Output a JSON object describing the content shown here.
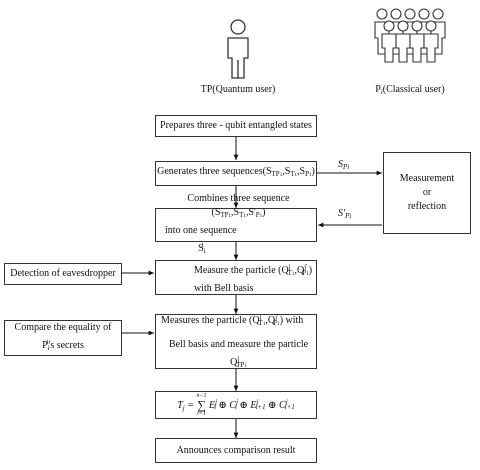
{
  "actors": {
    "tp_label": "TP(Quantum user)",
    "pi_label_base": "P",
    "pi_label_sub": "i",
    "pi_label_suffix": "(Classical user)"
  },
  "steps": {
    "s1": "Prepares three - qubit entangled states",
    "s2_prefix": "Generates three sequences(",
    "s2_seq": "S",
    "s2_suffix": ")",
    "s3_line1_prefix": "Combines three sequence (",
    "s3_line1_suffix": ")",
    "s3_line2_prefix": "into one sequence ",
    "s4_line1_prefix": "Measure the particle (",
    "s4_line1_suffix": ")",
    "s4_line2": "with Bell basis",
    "s5_line1_prefix": "Measures the particle (",
    "s5_line1_suffix": ") with",
    "s5_line2_prefix": "Bell basis and measure the particle ",
    "s6_formula": "T",
    "s7": "Announces comparison result"
  },
  "side": {
    "measurement_line1": "Measurement",
    "measurement_line2": "or",
    "measurement_line3": "reflection",
    "eavesdropper": "Detection of eavesdropper",
    "compare_line1": "Compare the equality of",
    "compare_line2_suffix": "'s secrets"
  },
  "arrows": {
    "out_label": "S",
    "out_sub": "Pi",
    "in_label": "S'",
    "in_sub": "Pi"
  }
}
